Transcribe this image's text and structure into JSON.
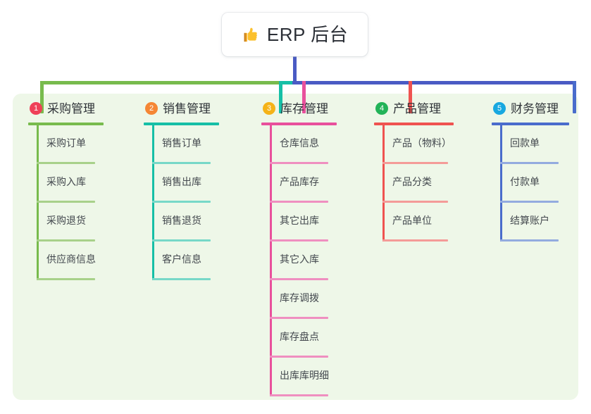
{
  "title": {
    "icon": "thumbs-up-icon",
    "text": "ERP 后台"
  },
  "colors": {
    "panel_bg": "#eef7e8",
    "trunk": "#4a5bc4",
    "bus_green": "#78bb4d",
    "bus_teal": "#16bfa6",
    "bus_blue": "#4a5bc4"
  },
  "columns": [
    {
      "number": "1",
      "title": "采购管理",
      "badge_color": "#ef4058",
      "line_color": "#78bb4d",
      "leaf_line_color": "#a8d18a",
      "items": [
        "采购订单",
        "采购入库",
        "采购退货",
        "供应商信息"
      ]
    },
    {
      "number": "2",
      "title": "销售管理",
      "badge_color": "#f58634",
      "line_color": "#16bfa6",
      "leaf_line_color": "#77d8c8",
      "items": [
        "销售订单",
        "销售出库",
        "销售退货",
        "客户信息"
      ]
    },
    {
      "number": "3",
      "title": "库存管理",
      "badge_color": "#f5b318",
      "line_color": "#e8509c",
      "leaf_line_color": "#ef8fc0",
      "items": [
        "仓库信息",
        "产品库存",
        "其它出库",
        "其它入库",
        "库存调拨",
        "库存盘点",
        "出库库明细"
      ]
    },
    {
      "number": "4",
      "title": "产品管理",
      "badge_color": "#22b358",
      "line_color": "#ef5350",
      "leaf_line_color": "#f49b98",
      "items": [
        "产品（物料）",
        "产品分类",
        "产品单位"
      ]
    },
    {
      "number": "5",
      "title": "财务管理",
      "badge_color": "#18a8e0",
      "line_color": "#4a6ccc",
      "leaf_line_color": "#93abdf",
      "items": [
        "回款单",
        "付款单",
        "结算账户"
      ]
    }
  ]
}
